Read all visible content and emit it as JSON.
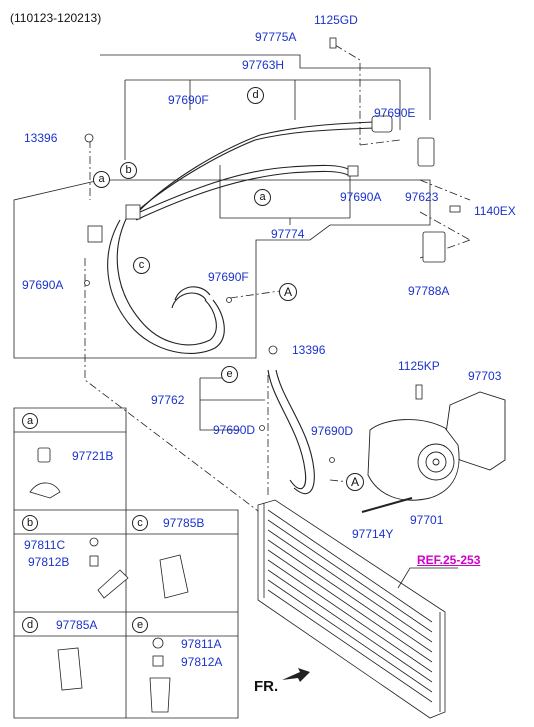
{
  "header": {
    "date_range": "(110123-120213)"
  },
  "labels": {
    "p1125GD": "1125GD",
    "p97775A": "97775A",
    "p97763H": "97763H",
    "p97690F_top": "97690F",
    "p97690E": "97690E",
    "p13396_left": "13396",
    "p97690A_mid": "97690A",
    "p97623": "97623",
    "p1140EX": "1140EX",
    "p97774": "97774",
    "p97690A_left": "97690A",
    "p97690F_mid": "97690F",
    "p97788A": "97788A",
    "p13396_mid": "13396",
    "p1125KP": "1125KP",
    "p97703": "97703",
    "p97762": "97762",
    "p97690D_left": "97690D",
    "p97690D_right": "97690D",
    "p97701": "97701",
    "p97714Y": "97714Y",
    "ref": "REF.25-253",
    "fr": "FR."
  },
  "callouts": {
    "a1": "a",
    "a2": "a",
    "b1": "b",
    "c1": "c",
    "d1": "d",
    "e1": "e",
    "A1": "A",
    "A2": "A"
  },
  "panels": {
    "a": {
      "tag": "a",
      "part": "97721B"
    },
    "b": {
      "tag": "b",
      "part1": "97811C",
      "part2": "97812B"
    },
    "c": {
      "tag": "c",
      "part": "97785B"
    },
    "d": {
      "tag": "d",
      "part": "97785A"
    },
    "e": {
      "tag": "e",
      "part1": "97811A",
      "part2": "97812A"
    }
  }
}
